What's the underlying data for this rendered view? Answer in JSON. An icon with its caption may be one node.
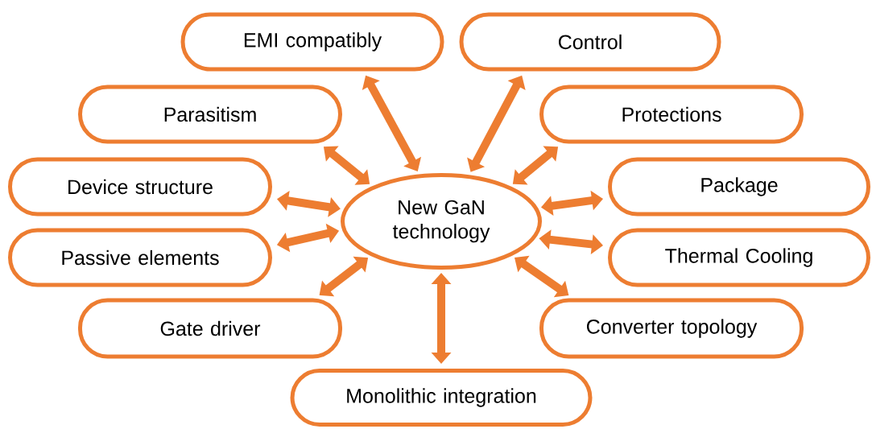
{
  "diagram": {
    "nodes": [
      {
        "text": [
          "New GaN technology"
        ]
      },
      {
        "text": [
          "EMI compatibly"
        ]
      },
      {
        "text": [
          "Control"
        ]
      },
      {
        "text": [
          "Parasitism"
        ]
      },
      {
        "text": [
          "Protections"
        ]
      },
      {
        "text": [
          "Device structure"
        ]
      },
      {
        "text": [
          "Package"
        ]
      },
      {
        "text": [
          "Passive elements"
        ]
      },
      {
        "text": [
          "Thermal Cooling"
        ]
      },
      {
        "text": [
          "Gate driver"
        ]
      },
      {
        "text": [
          "Converter topology"
        ]
      },
      {
        "text": [
          "Monolithic integration"
        ]
      }
    ],
    "edges": [
      {
        "from": 0,
        "to": 1,
        "arrow": "both"
      },
      {
        "from": 0,
        "to": 2,
        "arrow": "both"
      },
      {
        "from": 0,
        "to": 3,
        "arrow": "both"
      },
      {
        "from": 0,
        "to": 4,
        "arrow": "both"
      },
      {
        "from": 0,
        "to": 5,
        "arrow": "both"
      },
      {
        "from": 0,
        "to": 6,
        "arrow": "both"
      },
      {
        "from": 0,
        "to": 7,
        "arrow": "both"
      },
      {
        "from": 0,
        "to": 8,
        "arrow": "both"
      },
      {
        "from": 0,
        "to": 9,
        "arrow": "both"
      },
      {
        "from": 0,
        "to": 10,
        "arrow": "both"
      },
      {
        "from": 0,
        "to": 11,
        "arrow": "both"
      }
    ]
  }
}
